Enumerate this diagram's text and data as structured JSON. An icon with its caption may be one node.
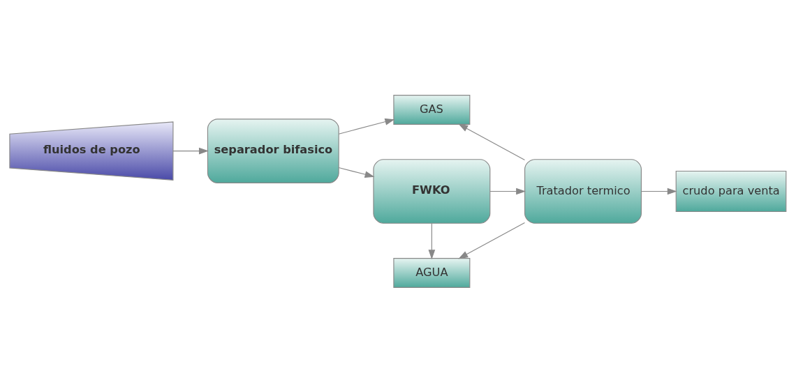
{
  "diagram": {
    "nodes": [
      {
        "text": [
          "fluidos de pozo"
        ]
      },
      {
        "text": [
          "separador bifasico"
        ]
      },
      {
        "text": [
          "FWKO"
        ]
      },
      {
        "text": [
          "Tratador termico"
        ]
      },
      {
        "text": [
          "crudo para venta"
        ]
      },
      {
        "text": [
          "GAS"
        ]
      },
      {
        "text": [
          "AGUA"
        ]
      }
    ],
    "edges": [
      {
        "from": 0,
        "to": 1,
        "arrow": "to"
      },
      {
        "from": 1,
        "to": 2,
        "arrow": "to"
      },
      {
        "from": 2,
        "to": 3,
        "arrow": "to"
      },
      {
        "from": 3,
        "to": 4,
        "arrow": "to"
      },
      {
        "from": 1,
        "to": 5,
        "arrow": "to"
      },
      {
        "from": 3,
        "to": 5,
        "arrow": "to"
      },
      {
        "from": 2,
        "to": 6,
        "arrow": "to"
      },
      {
        "from": 3,
        "to": 6,
        "arrow": "to"
      }
    ]
  }
}
